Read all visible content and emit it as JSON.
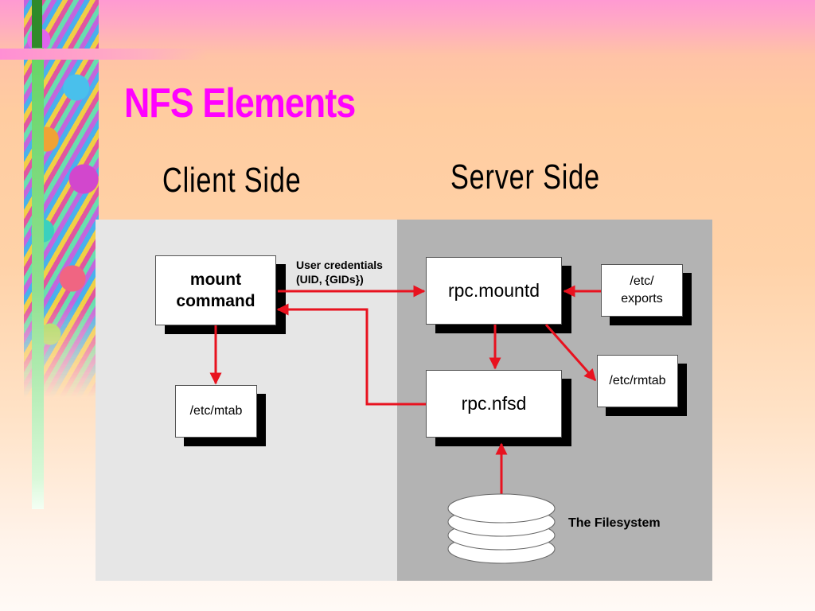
{
  "slide": {
    "title": "NFS Elements",
    "client_heading": "Client Side",
    "server_heading": "Server Side"
  },
  "diagram": {
    "mount_command": {
      "line1": "mount",
      "line2": "command"
    },
    "rpc_mountd": "rpc.mountd",
    "rpc_nfsd": "rpc.nfsd",
    "etc_exports": {
      "line1": "/etc/",
      "line2": "exports"
    },
    "etc_rmtab": "/etc/rmtab",
    "etc_mtab": "/etc/mtab",
    "credentials_label": {
      "line1": "User credentials",
      "line2": "(UID, {GIDs})"
    },
    "filesystem_label": "The Filesystem"
  },
  "colors": {
    "title": "#ff00ff",
    "arrow": "#e8121f",
    "client_panel": "#e6e6e6",
    "server_panel": "#b3b3b3"
  },
  "icons": [
    "filesystem-disk-icon"
  ]
}
